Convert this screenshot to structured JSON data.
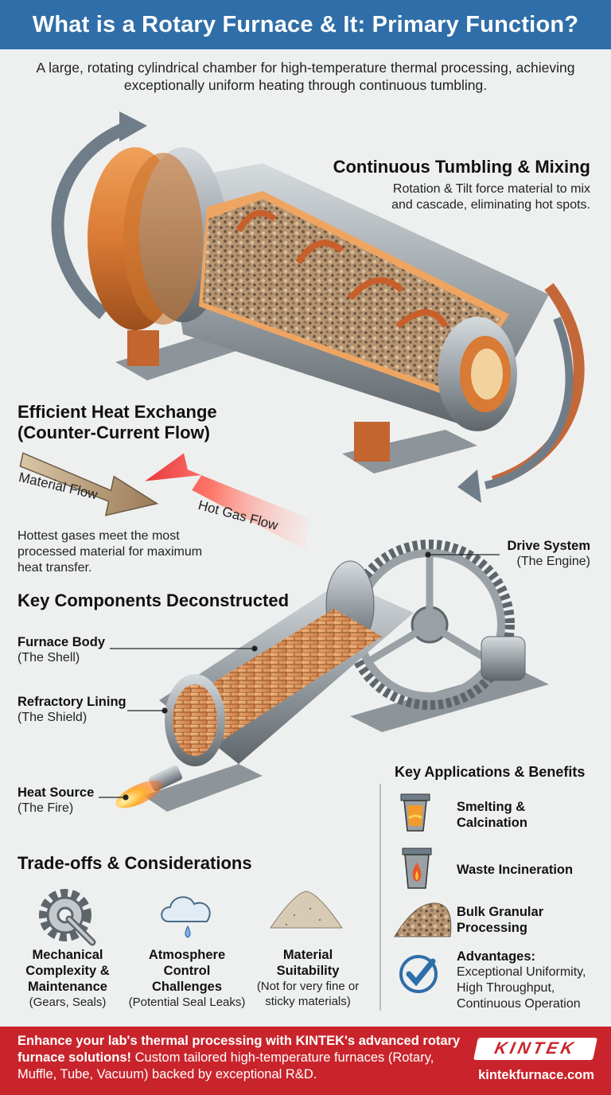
{
  "title": "What is a Rotary Furnace & It: Primary Function?",
  "subtitle": "A large, rotating cylindrical chamber for high-temperature thermal processing, achieving exceptionally uniform heating through continuous tumbling.",
  "tumbling": {
    "heading": "Continuous Tumbling & Mixing",
    "text": "Rotation & Tilt force material to mix and cascade, eliminating hot spots."
  },
  "heat_exchange": {
    "heading_line1": "Efficient Heat Exchange",
    "heading_line2": "(Counter-Current Flow)",
    "material_flow": "Material Flow",
    "gas_flow": "Hot Gas Flow",
    "text": "Hottest gases meet the most processed material for maximum heat transfer."
  },
  "components": {
    "heading": "Key Components Deconstructed",
    "items": [
      {
        "name": "Drive System",
        "alias": "(The Engine)"
      },
      {
        "name": "Furnace Body",
        "alias": "(The Shell)"
      },
      {
        "name": "Refractory Lining",
        "alias": "(The Shield)"
      },
      {
        "name": "Heat Source",
        "alias": "(The Fire)"
      }
    ]
  },
  "applications": {
    "heading": "Key Applications & Benefits",
    "items": [
      {
        "label": "Smelting & Calcination",
        "icon": "crucible-icon"
      },
      {
        "label": "Waste Incineration",
        "icon": "incinerator-icon"
      },
      {
        "label": "Bulk Granular Processing",
        "icon": "granular-pile-icon"
      }
    ],
    "advantages_heading": "Advantages:",
    "advantages": [
      "Exceptional Uniformity,",
      "High Throughput,",
      "Continuous Operation"
    ]
  },
  "tradeoffs": {
    "heading": "Trade-offs & Considerations",
    "items": [
      {
        "title_lines": [
          "Mechanical",
          "Complexity &",
          "Maintenance"
        ],
        "note": "(Gears, Seals)",
        "icon": "gear-wrench-icon"
      },
      {
        "title_lines": [
          "Atmosphere",
          "Control",
          "Challenges"
        ],
        "note": "(Potential Seal Leaks)",
        "icon": "cloud-leak-icon"
      },
      {
        "title_lines": [
          "Material",
          "Suitability"
        ],
        "note": "(Not for very fine or sticky materials)",
        "icon": "powder-pile-icon"
      }
    ]
  },
  "footer": {
    "bold_text": "Enhance your lab's thermal processing with KINTEK's advanced rotary furnace solutions!",
    "text": "Custom tailored high-temperature furnaces (Rotary, Muffle, Tube, Vacuum) backed by exceptional R&D.",
    "logo": "KINTEK",
    "url": "kintekfurnace.com"
  },
  "colors": {
    "title_bar": "#2f6ea8",
    "footer": "#c9242c",
    "copper": "#d97a35",
    "steel": "#9aa1a6",
    "icon_blue": "#2f6ea8"
  }
}
